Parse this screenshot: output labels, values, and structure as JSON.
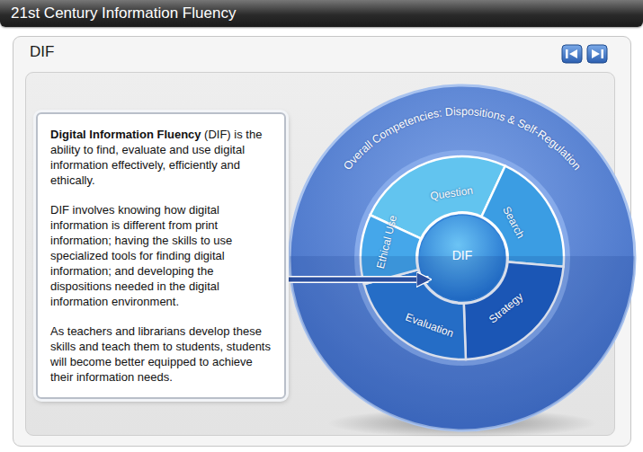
{
  "diagram": {
    "title": "21st Century Information Fluency",
    "nodes": [
      {
        "text": [
          "Digital Information Fluency",
          "(DIF) is the ability to find, evaluate and use digital information effectively, efficiently and ethically.",
          "DIF involves knowing how digital information is different from print information; having the skills to use specialized tools for finding digital information; and developing the dispositions needed in the digital information environment.",
          "As teachers and librarians develop these skills and teach them to students, students will become better equipped to achieve their information needs."
        ]
      },
      {
        "text": [
          "Overall Competencies: Dispositions & Self-Regulation"
        ]
      },
      {
        "text": [
          "Question"
        ],
        "in": 1
      },
      {
        "text": [
          "Search"
        ],
        "in": 1
      },
      {
        "text": [
          "Strategy"
        ],
        "in": 1
      },
      {
        "text": [
          "Evaluation"
        ],
        "in": 1
      },
      {
        "text": [
          "Ethical Use"
        ],
        "in": 1
      },
      {
        "text": [
          "DIF"
        ],
        "in": 1
      }
    ],
    "edges": [
      {
        "from": 0,
        "to": 7,
        "arrow": "to"
      }
    ],
    "labels": [
      "DIF"
    ]
  }
}
